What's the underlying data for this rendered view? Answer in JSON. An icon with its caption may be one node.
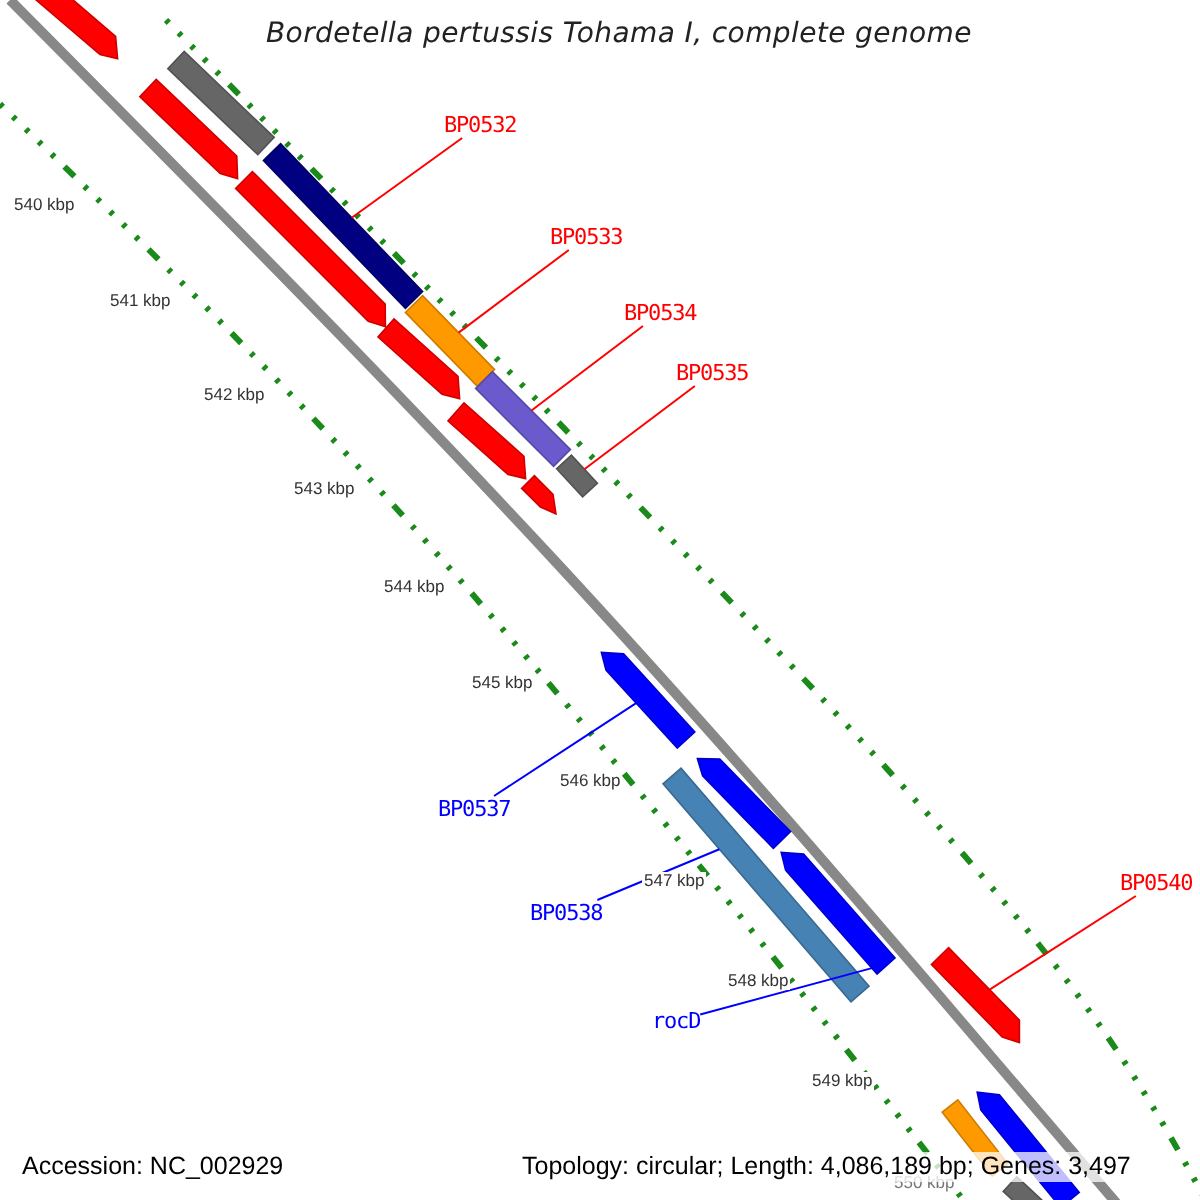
{
  "diagram": {
    "title": "Bordetella pertussis Tohama I, complete genome",
    "nodes": [
      {
        "text": [
          "BP0532"
        ]
      },
      {
        "text": [
          "BP0533"
        ]
      },
      {
        "text": [
          "BP0534"
        ]
      },
      {
        "text": [
          "BP0535"
        ]
      },
      {
        "text": [
          "BP0537"
        ]
      },
      {
        "text": [
          "BP0538"
        ]
      },
      {
        "text": [
          "rocD"
        ]
      },
      {
        "text": [
          "BP0540"
        ]
      },
      {
        "text": [],
        "shape": "pentagon"
      },
      {
        "text": [],
        "shape": "bar"
      },
      {
        "text": [],
        "shape": "pentagon"
      },
      {
        "text": [],
        "shape": "pentagon"
      },
      {
        "text": [],
        "shape": "bar"
      },
      {
        "text": [],
        "shape": "bar"
      },
      {
        "text": [],
        "shape": "bar"
      },
      {
        "text": [],
        "shape": "bar"
      },
      {
        "text": [],
        "shape": "pentagon"
      },
      {
        "text": [],
        "shape": "pentagon"
      },
      {
        "text": [],
        "shape": "pentagon"
      },
      {
        "text": [],
        "shape": "pentagon"
      },
      {
        "text": [],
        "shape": "pentagon"
      },
      {
        "text": [],
        "shape": "pentagon"
      },
      {
        "text": [],
        "shape": "bar"
      },
      {
        "text": [],
        "shape": "pentagon"
      },
      {
        "text": [],
        "shape": "bar"
      },
      {
        "text": [],
        "shape": "pentagon"
      },
      {
        "text": [],
        "shape": "bar"
      }
    ],
    "edges": [
      {
        "from": 0,
        "to": 12,
        "arrow": "none"
      },
      {
        "from": 1,
        "to": 13,
        "arrow": "none"
      },
      {
        "from": 2,
        "to": 14,
        "arrow": "none"
      },
      {
        "from": 3,
        "to": 15,
        "arrow": "none"
      },
      {
        "from": 4,
        "to": 19,
        "arrow": "none",
        "color": "#0000ff"
      },
      {
        "from": 5,
        "to": 22,
        "arrow": "none",
        "color": "#0000ff"
      },
      {
        "from": 6,
        "to": 21,
        "arrow": "none",
        "color": "#0000ff"
      },
      {
        "from": 7,
        "to": 23,
        "arrow": "none"
      }
    ],
    "labels": [
      "540 kbp",
      "541 kbp",
      "542 kbp",
      "543 kbp",
      "544 kbp",
      "545 kbp",
      "546 kbp",
      "547 kbp",
      "548 kbp",
      "549 kbp",
      "550 kbp",
      "Accession: NC_002929",
      "Topology: circular; Length: 4,086,189 bp; Genes: 3,497"
    ]
  }
}
